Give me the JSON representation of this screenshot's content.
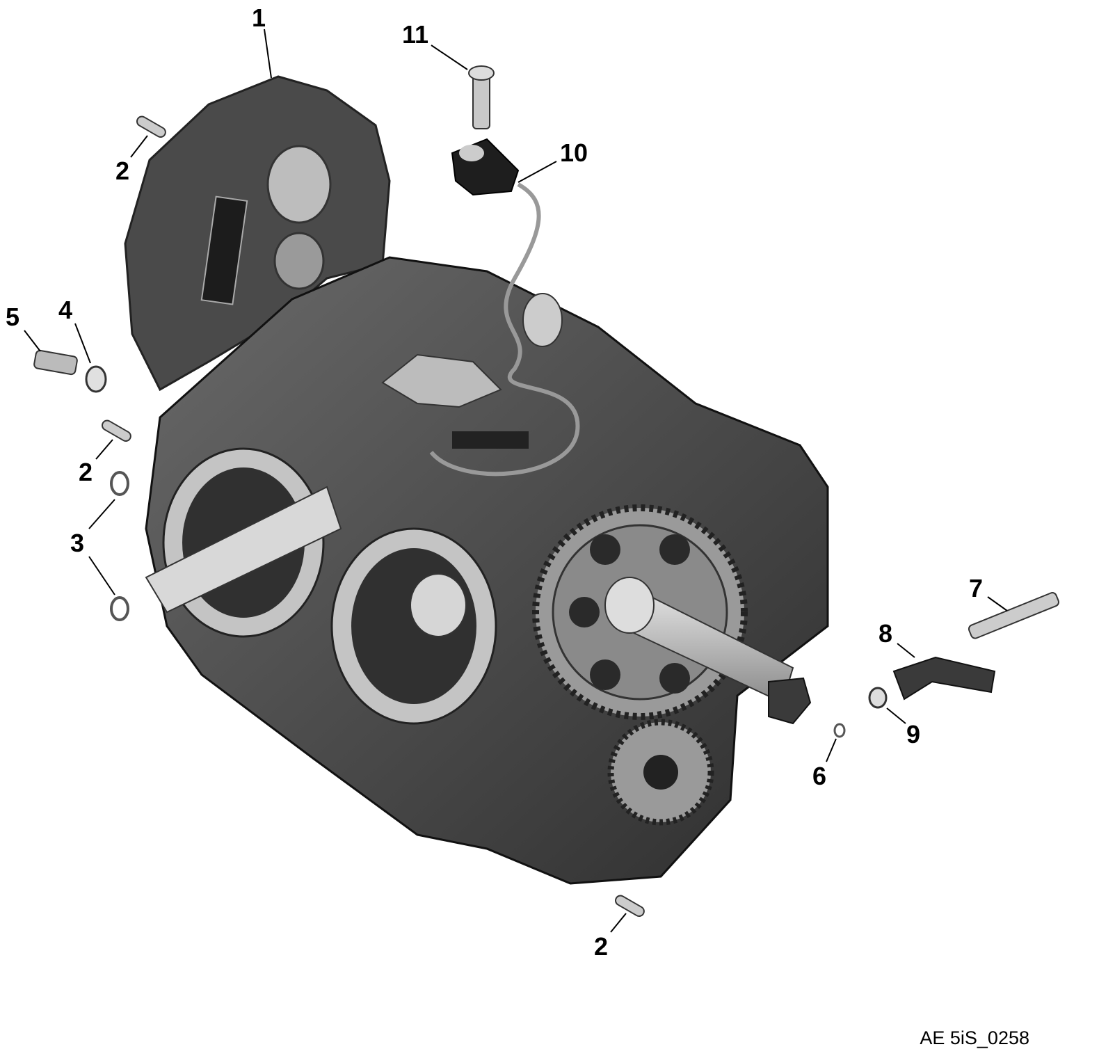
{
  "figure": {
    "callouts": {
      "c1": "1",
      "c2a": "2",
      "c2b": "2",
      "c2c": "2",
      "c3": "3",
      "c4": "4",
      "c5": "5",
      "c6": "6",
      "c7": "7",
      "c8": "8",
      "c9": "9",
      "c10": "10",
      "c11": "11"
    },
    "figure_id": "AE 5iS_0258"
  }
}
